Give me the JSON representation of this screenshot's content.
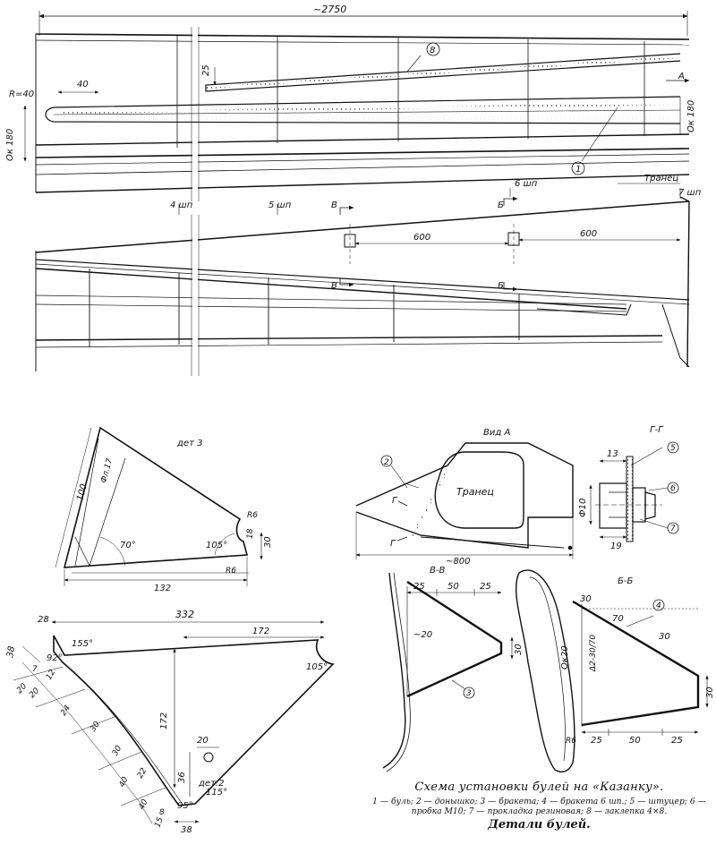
{
  "top_view": {
    "dim_overall": "~2750",
    "dim_40": "40",
    "radius": "R=40",
    "dim_25": "25",
    "dim_ok180_left": "Ок 180",
    "dim_ok180_right": "Ок 180",
    "callout_8": "8",
    "callout_1": "1",
    "arrow_a": "А"
  },
  "side_view": {
    "frame_4": "4 шп",
    "frame_5": "5 шп",
    "frame_6": "6 шп",
    "frame_7": "7 шп",
    "transom": "Транец",
    "section_v": "В",
    "section_b": "Б",
    "dim_600a": "600",
    "dim_600b": "600"
  },
  "det3": {
    "title": "дет 3",
    "dim_100": "100",
    "dim_flange": "Фл.17",
    "angle_70": "70°",
    "angle_105": "105°",
    "r6_top": "R6",
    "r6_bottom": "R6",
    "dim_30": "30",
    "dim_18": "18",
    "dim_132": "132"
  },
  "det2": {
    "title": "дет.2",
    "dim_332": "332",
    "dim_172_top": "172",
    "dim_172_vert": "172",
    "dim_28": "28",
    "dim_38_left": "38",
    "angle_155": "155°",
    "angle_92": "92°",
    "angle_105": "105°",
    "dim_7": "7",
    "dim_12": "12",
    "dim_20a": "20",
    "dim_20b": "20",
    "dim_24": "24",
    "dim_30a": "30",
    "dim_30b": "30",
    "dim_22": "22",
    "dim_40a": "40",
    "dim_40b": "40",
    "dim_8": "8",
    "dim_15": "15",
    "dim_20_hole": "20",
    "dim_36": "36",
    "angle_95": "95°",
    "angle_115": "115°",
    "dim_38_bottom": "38"
  },
  "view_a": {
    "title": "Вид А",
    "transom": "Транец",
    "callout_2": "2",
    "cut_g1": "Г",
    "cut_g2": "Г",
    "dim_800": "~800"
  },
  "section_gg": {
    "title": "Г-Г",
    "dim_13": "13",
    "dim_phi10": "Ф10",
    "dim_19": "19",
    "callout_5": "5",
    "callout_6": "6",
    "callout_7": "7"
  },
  "section_vv": {
    "title": "В-В",
    "dim_25a": "25",
    "dim_50": "50",
    "dim_25b": "25",
    "dim_20": "~20",
    "dim_30": "30",
    "callout_3": "3"
  },
  "section_bb": {
    "title": "Б-Б",
    "dim_30a": "30",
    "dim_70": "70",
    "dim_30b": "30",
    "dim_ok20": "Ок20",
    "dim_delta": "Δ2-30/70",
    "callout_4": "4",
    "dim_30c": "30",
    "dim_25a": "25",
    "dim_50": "50",
    "dim_25b": "25",
    "r6": "R6"
  },
  "caption": {
    "title": "Схема установки булей на «Казанку».",
    "legend": "1 — буль; 2 — донышко; 3 — бракета; 4 — бракета 6 шп.; 5 — штуцер; 6 — пробка М10; 7 — прокладка резиновая; 8 — заклепка 4×8.",
    "subtitle": "Детали булей."
  }
}
